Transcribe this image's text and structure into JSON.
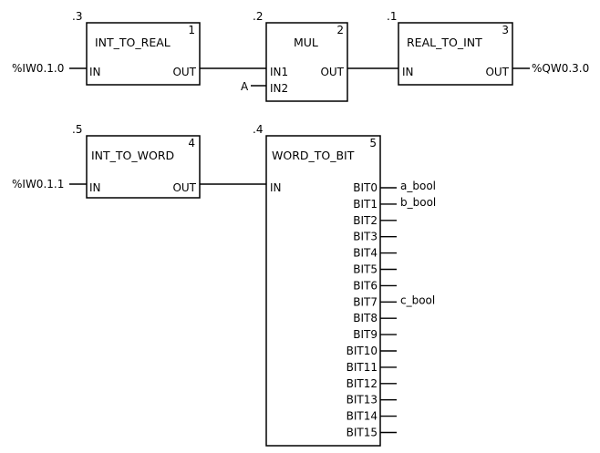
{
  "blocks": {
    "int_to_real": {
      "order": ".3",
      "exec_no": "1",
      "name": "INT_TO_REAL",
      "in": "IN",
      "out": "OUT",
      "input_var": "%IW0.1.0"
    },
    "mul": {
      "order": ".2",
      "exec_no": "2",
      "name": "MUL",
      "in1": "IN1",
      "in2": "IN2",
      "out": "OUT",
      "in2_var": "A"
    },
    "real_to_int": {
      "order": ".1",
      "exec_no": "3",
      "name": "REAL_TO_INT",
      "in": "IN",
      "out": "OUT",
      "output_var": "%QW0.3.0"
    },
    "int_to_word": {
      "order": ".5",
      "exec_no": "4",
      "name": "INT_TO_WORD",
      "in": "IN",
      "out": "OUT",
      "input_var": "%IW0.1.1"
    },
    "word_to_bit": {
      "order": ".4",
      "exec_no": "5",
      "name": "WORD_TO_BIT",
      "in": "IN",
      "outputs": [
        {
          "pin": "BIT0",
          "var": "a_bool"
        },
        {
          "pin": "BIT1",
          "var": "b_bool"
        },
        {
          "pin": "BIT2",
          "var": ""
        },
        {
          "pin": "BIT3",
          "var": ""
        },
        {
          "pin": "BIT4",
          "var": ""
        },
        {
          "pin": "BIT5",
          "var": ""
        },
        {
          "pin": "BIT6",
          "var": ""
        },
        {
          "pin": "BIT7",
          "var": "c_bool"
        },
        {
          "pin": "BIT8",
          "var": ""
        },
        {
          "pin": "BIT9",
          "var": ""
        },
        {
          "pin": "BIT10",
          "var": ""
        },
        {
          "pin": "BIT11",
          "var": ""
        },
        {
          "pin": "BIT12",
          "var": ""
        },
        {
          "pin": "BIT13",
          "var": ""
        },
        {
          "pin": "BIT14",
          "var": ""
        },
        {
          "pin": "BIT15",
          "var": ""
        }
      ]
    }
  }
}
